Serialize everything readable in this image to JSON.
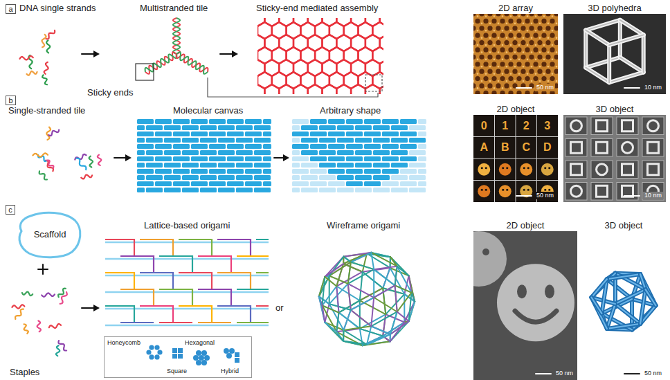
{
  "diagram": {
    "nodes": [
      {
        "text": [
          "a"
        ]
      },
      {
        "text": [
          "2D array",
          "50 nm"
        ]
      },
      {
        "text": [
          "3D polyhedra",
          "10 nm"
        ]
      },
      {
        "text": [
          "b"
        ]
      },
      {
        "text": [
          "2D object",
          "50 nm"
        ]
      },
      {
        "text": [
          "3D object",
          "10 nm"
        ]
      },
      {
        "text": [
          "c"
        ]
      },
      {
        "text": [
          "Scaffold"
        ]
      },
      {
        "text": [
          "Honeycomb",
          "Hexagonal",
          "Square",
          "Hybrid"
        ]
      },
      {
        "text": [
          "2D object",
          "50 nm"
        ]
      },
      {
        "text": [
          "3D object",
          "50 nm"
        ]
      }
    ],
    "labels": [
      "DNA single strands",
      "Multistranded tile",
      "Sticky-end mediated assembly",
      "Sticky ends",
      "Single-stranded tile",
      "Molecular canvas",
      "Arbitrary shape",
      "0",
      "1",
      "2",
      "3",
      "A",
      "B",
      "C",
      "D",
      "Staples",
      "Lattice-based origami",
      "or",
      "Wireframe origami"
    ]
  }
}
